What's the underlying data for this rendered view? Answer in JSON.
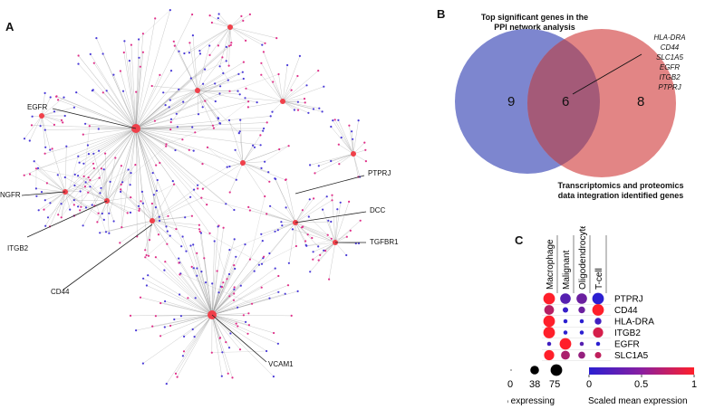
{
  "panels": {
    "a": "A",
    "b": "B",
    "c": "C"
  },
  "network": {
    "labels": [
      "EGFR",
      "NGFR",
      "ITGB2",
      "CD44",
      "PTPRJ",
      "DCC",
      "TGFBR1",
      "VCAM1"
    ],
    "colors": {
      "hub": "#f0404a",
      "node_pink": "#e0308a",
      "node_blue": "#4a3ad8",
      "edge": "#9a9a9a"
    }
  },
  "venn": {
    "title_top": [
      "Top significant genes in the",
      "PPI network analysis"
    ],
    "title_bottom": [
      "Transcriptomics and proteomics",
      "data integration identified genes"
    ],
    "left_only": "9",
    "overlap": "6",
    "right_only": "8",
    "overlap_genes": [
      "HLA-DRA",
      "CD44",
      "SLC1A5",
      "EGFR",
      "ITGB2",
      "PTPRJ"
    ],
    "colors": {
      "left": "#7d86cf",
      "right": "#e07c7c",
      "overlap": "#a45a78"
    }
  },
  "dotplot": {
    "columns": [
      "Macrophage",
      "Malignant",
      "Oligodendrocyte",
      "T-cell"
    ],
    "genes": [
      "PTPRJ",
      "CD44",
      "HLA-DRA",
      "ITGB2",
      "EGFR",
      "SLC1A5"
    ],
    "cells": [
      [
        {
          "pct": 75,
          "mean": 1.0
        },
        {
          "pct": 60,
          "mean": 0.2
        },
        {
          "pct": 60,
          "mean": 0.3
        },
        {
          "pct": 75,
          "mean": 0.0
        }
      ],
      [
        {
          "pct": 50,
          "mean": 0.65
        },
        {
          "pct": 12,
          "mean": 0.05
        },
        {
          "pct": 20,
          "mean": 0.3
        },
        {
          "pct": 75,
          "mean": 1.0
        }
      ],
      [
        {
          "pct": 75,
          "mean": 1.0
        },
        {
          "pct": 5,
          "mean": 0.0
        },
        {
          "pct": 5,
          "mean": 0.0
        },
        {
          "pct": 20,
          "mean": 0.1
        }
      ],
      [
        {
          "pct": 75,
          "mean": 1.0
        },
        {
          "pct": 5,
          "mean": 0.0
        },
        {
          "pct": 5,
          "mean": 0.0
        },
        {
          "pct": 55,
          "mean": 0.8
        }
      ],
      [
        {
          "pct": 5,
          "mean": 0.1
        },
        {
          "pct": 75,
          "mean": 1.0
        },
        {
          "pct": 5,
          "mean": 0.2
        },
        {
          "pct": 5,
          "mean": 0.0
        }
      ],
      [
        {
          "pct": 55,
          "mean": 1.0
        },
        {
          "pct": 40,
          "mean": 0.6
        },
        {
          "pct": 22,
          "mean": 0.5
        },
        {
          "pct": 18,
          "mean": 0.7
        }
      ]
    ],
    "size_legend": {
      "values": [
        "0",
        "38",
        "75"
      ],
      "label": "% expressing"
    },
    "color_legend": {
      "ticks": [
        "0",
        "0.5",
        "1"
      ],
      "label": "Scaled mean expression",
      "low": "#2b1fd1",
      "high": "#ff1f2a"
    }
  }
}
